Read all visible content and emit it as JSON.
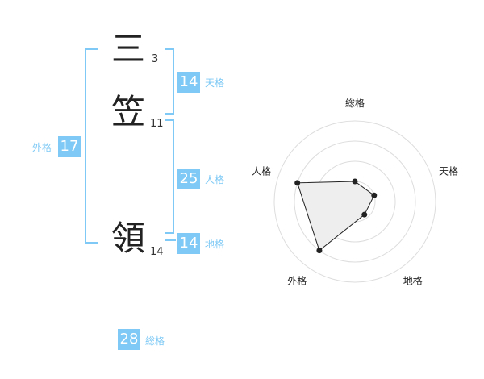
{
  "name": {
    "chars": [
      {
        "char": "三",
        "strokes": "3"
      },
      {
        "char": "笠",
        "strokes": "11"
      },
      {
        "char": "領",
        "strokes": "14"
      }
    ]
  },
  "kaku": {
    "tenkaku": {
      "value": "14",
      "label": "天格"
    },
    "jinkaku": {
      "value": "25",
      "label": "人格"
    },
    "chikaku": {
      "value": "14",
      "label": "地格"
    },
    "gaikaku": {
      "value": "17",
      "label": "外格"
    },
    "soukaku": {
      "value": "28",
      "label": "総格"
    }
  },
  "colors": {
    "accent": "#7ec9f5",
    "text": "#222222",
    "grid": "#dddddd",
    "fill": "#eeeeee",
    "stroke": "#222222"
  },
  "chart_data": {
    "type": "radar",
    "axes": [
      "総格",
      "天格",
      "地格",
      "外格",
      "人格"
    ],
    "rings": 4,
    "values": [
      1.0,
      1.0,
      0.8,
      3.0,
      3.0
    ],
    "max": 4
  }
}
